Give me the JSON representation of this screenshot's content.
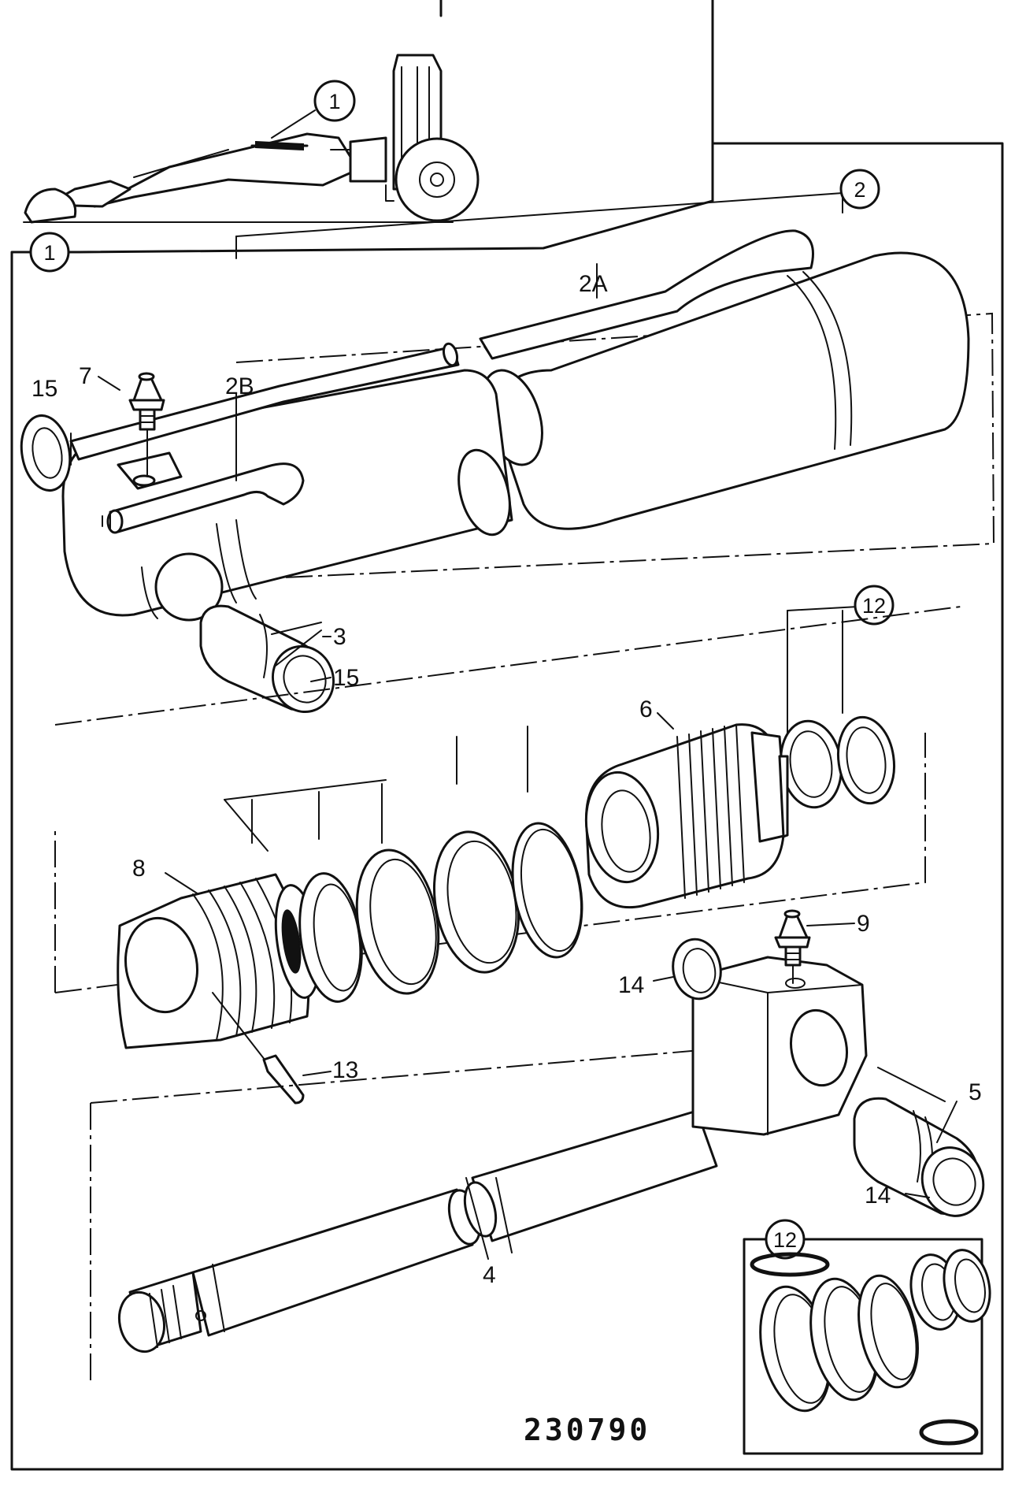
{
  "labels": {
    "callout_1_top": "1",
    "callout_1_main": "1",
    "callout_2": "2",
    "label_2a": "2A",
    "label_2b": "2B",
    "label_3": "3",
    "label_4": "4",
    "label_5": "5",
    "label_6": "6",
    "label_7": "7",
    "label_8": "8",
    "label_9": "9",
    "callout_12_top": "12",
    "callout_12_box": "12",
    "label_13": "13",
    "label_14_left": "14",
    "label_14_right": "14",
    "label_15_left": "15",
    "label_15_mid": "15"
  },
  "reference_number": "230790"
}
